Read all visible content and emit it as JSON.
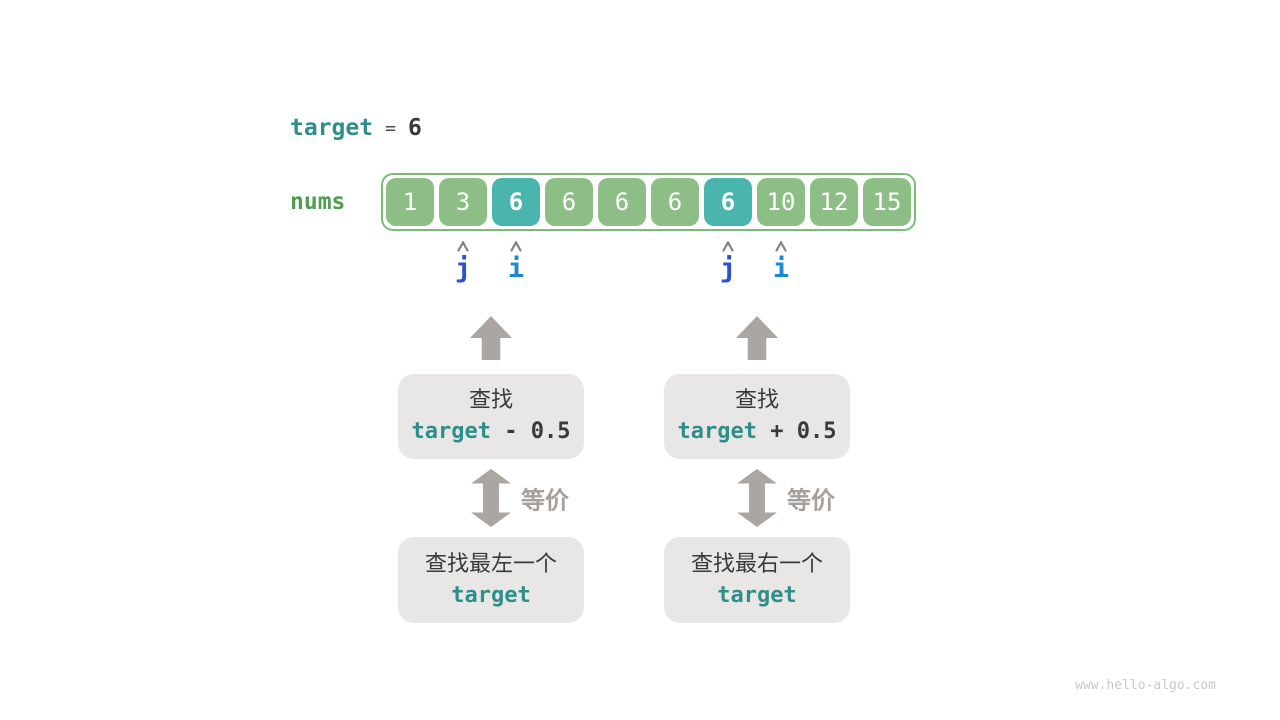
{
  "colors": {
    "teal_text": "#2F8E89",
    "dark_text": "#3A3A3A",
    "nums_green": "#4F9E4F",
    "cell_green": "#8CBE85",
    "cell_highlight_teal": "#49B5AC",
    "array_border_green": "#7CBB77",
    "pointer_j_blue": "#2A52CC",
    "pointer_i_blue": "#1E88D2",
    "arrow_gray": "#ABA6A2",
    "box_gray": "#E8E7E5",
    "equiv_gray": "#A5A09B",
    "watermark_gray": "#C9C9C9"
  },
  "header": {
    "target_var": "target",
    "equals_sign": "=",
    "target_value": "6"
  },
  "array": {
    "label": "nums",
    "values": [
      "1",
      "3",
      "6",
      "6",
      "6",
      "6",
      "6",
      "10",
      "12",
      "15"
    ],
    "highlighted_indices": [
      2,
      6
    ]
  },
  "pointers": [
    {
      "label": "j",
      "box_index": 1
    },
    {
      "label": "i",
      "box_index": 2
    },
    {
      "label": "j",
      "box_index": 6
    },
    {
      "label": "i",
      "box_index": 7
    }
  ],
  "flows": [
    {
      "search_line1": "查找",
      "expr_var": "target",
      "expr_rest": " - 0.5",
      "equiv_label": "等价",
      "result_line1": "查找最左一个",
      "result_line2": "target"
    },
    {
      "search_line1": "查找",
      "expr_var": "target",
      "expr_rest": " + 0.5",
      "equiv_label": "等价",
      "result_line1": "查找最右一个",
      "result_line2": "target"
    }
  ],
  "watermark": "www.hello-algo.com"
}
